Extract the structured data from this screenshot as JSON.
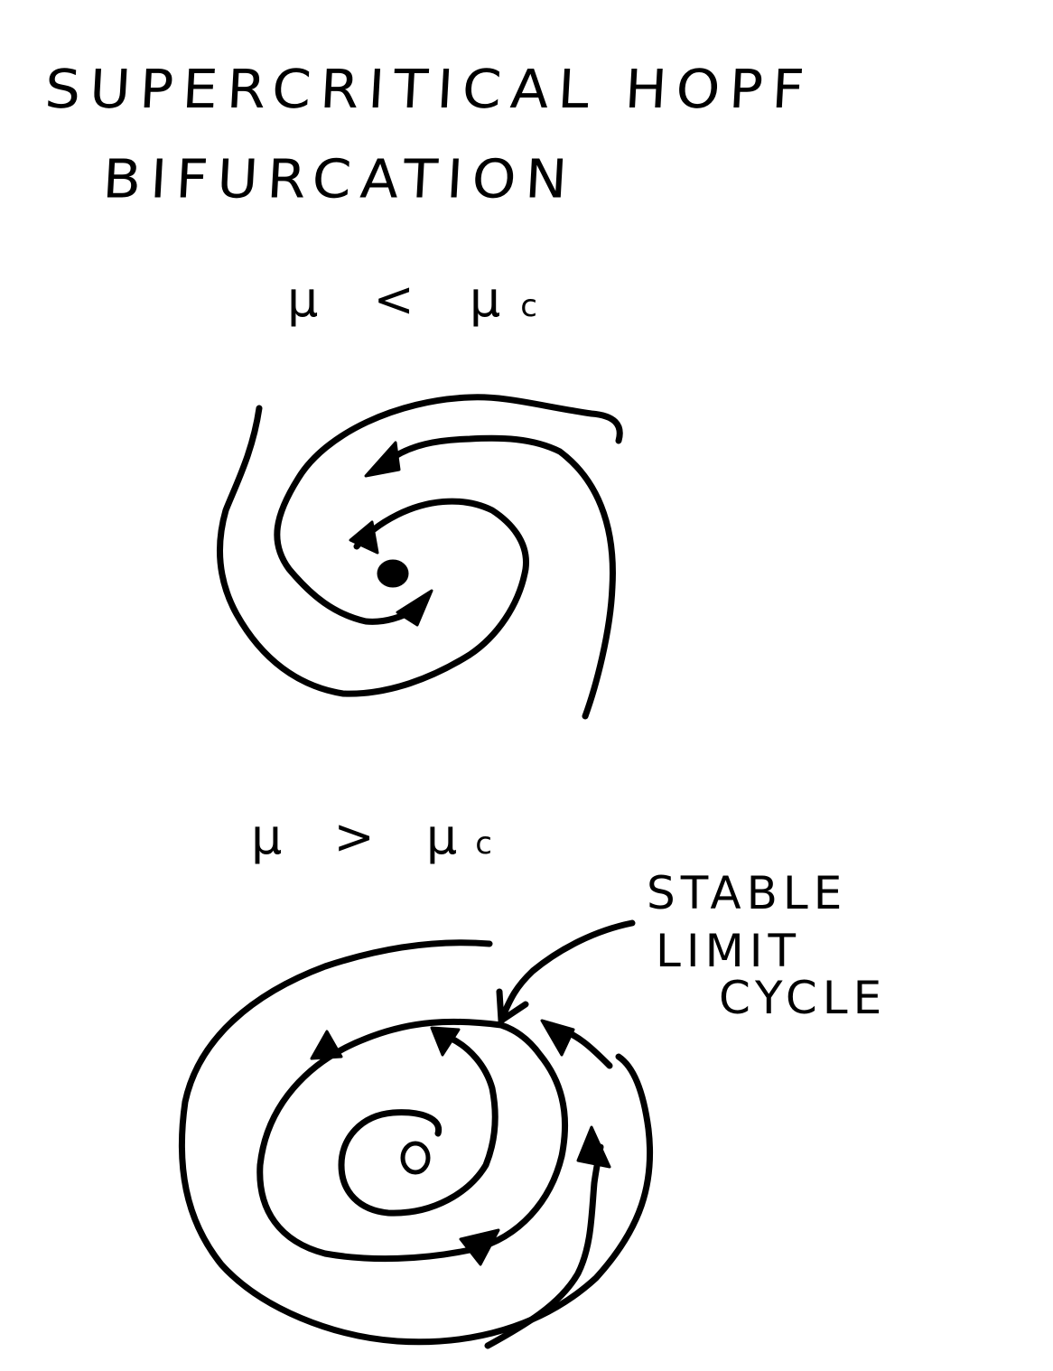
{
  "title": {
    "line1": "SUPERCRITICAL HOPF",
    "line2": "BIFURCATION"
  },
  "panel_below": {
    "condition_lhs": "μ < μ",
    "condition_sub": "c"
  },
  "panel_above": {
    "condition_lhs": "μ > μ",
    "condition_sub": "c",
    "annotation": {
      "line1": "STABLE",
      "line2": "LIMIT",
      "line3": "CYCLE"
    }
  },
  "colors": {
    "ink": "#000000",
    "paper": "#ffffff"
  }
}
